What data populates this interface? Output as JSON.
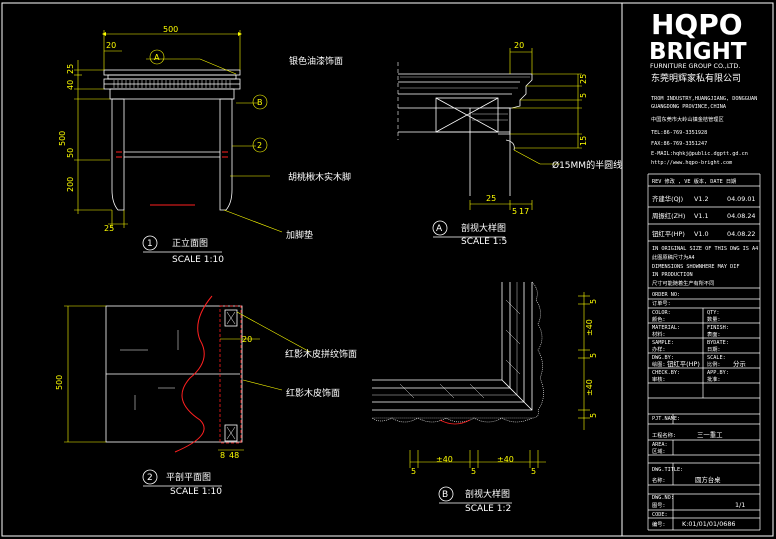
{
  "logo": {
    "word1": "HQPO",
    "word2": "BRIGHT",
    "company_en": "FURNITURE GROUP CO.,LTD.",
    "company_cn": "东莞明辉家私有限公司"
  },
  "address": [
    "TROM INDUSTRY,HUANGJIANG, DONGGUAN",
    "GUANGDONG PROVINCE,CHINA",
    "中国东莞市大岭山镇金桔管理区",
    "TEL:86-769-3351928",
    "FAX:86-769-3351247",
    "E-MAIL:hqhkj@public.dgptt.gd.cn",
    "http://www.hqpo-bright.com"
  ],
  "revisions": {
    "header": "REV 修改   , VE 版本,   DATE 日期",
    "rows": [
      {
        "who": "齐建华(QJ)",
        "ver": "V1.2",
        "date": "04.09.01"
      },
      {
        "who": "周振红(ZH)",
        "ver": "V1.1",
        "date": "04.08.24"
      },
      {
        "who": "钮红平(HP)",
        "ver": "V1.0",
        "date": "04.08.22"
      }
    ]
  },
  "notice": [
    "IN ORIGINAL SIZE OF THIS DWG IS A4",
    "此图原稿尺寸为A4",
    "DIMENSIONS SHOWNHERE MAY DIF",
    "IN PRODUCTION",
    "尺寸可能随着生产有所不同"
  ],
  "fields": {
    "order_no": "ORDER NO:",
    "order_no_cn": "订单号:",
    "color": "COLOR:",
    "color_cn": "颜色:",
    "qty": "QTY:",
    "qty_cn": "数量:",
    "material": "MATERIAL:",
    "material_cn": "材料:",
    "finish": "FINISH:",
    "finish_cn": "表面:",
    "sample": "SAMPLE:",
    "sample_cn": "办样:",
    "bydate": "BYDATE:",
    "bydate_cn": "日期:",
    "dwg_by": "DWG.BY:",
    "dwg_by_cn": "绘图:",
    "dwg_by_value": "钮红平(HP)",
    "scale": "SCALE:",
    "scale_cn": "比例:",
    "scale_value": "分示",
    "check_by": "CHECK.BY:",
    "check_by_cn": "审核:",
    "app_by": "APP.BY:",
    "app_by_cn": "批准:",
    "pjt_name": "PJT.NAME:",
    "pjt_name_cn": "工程名称:",
    "pjt_value": "三一重工",
    "area": "AREA:",
    "area_cn": "区域:",
    "dwg_title": "DWG.TITLE:",
    "dwg_title_cn": "名称:",
    "dwg_title_value": "圆方台桌",
    "dwg_no": "DWG.NO:",
    "dwg_no_cn": "图号:",
    "dwg_no_value": "1/1",
    "code": "CODE:",
    "code_cn": "编号:",
    "code_value": "K:01/01/01/0686"
  },
  "views": {
    "v1": {
      "num": "1",
      "title": "正立面图",
      "scale": "SCALE 1:10"
    },
    "v2": {
      "num": "2",
      "title": "平剖平面图",
      "scale": "SCALE 1:10"
    },
    "vA": {
      "num": "A",
      "title": "剖视大样图",
      "scale": "SCALE 1:5"
    },
    "vB": {
      "num": "B",
      "title": "剖视大样图",
      "scale": "SCALE 1:2"
    }
  },
  "annotations": {
    "a1": "银色油漆饰面",
    "a2": "胡桃楸木实木脚",
    "a3": "加脚垫",
    "a4": "红影木皮拼纹饰面",
    "a5": "红影木皮饰面",
    "a6": "Ø15MM的半圆线"
  },
  "dims": {
    "d500_top": "500",
    "d20": "20",
    "d25a": "25",
    "d40": "40",
    "d500v": "500",
    "d50": "50",
    "d200": "200",
    "d25b": "25",
    "dA20": "20",
    "dA25": "25",
    "dA5": "5",
    "dA15": "15",
    "dA5b": "5",
    "dA25b": "25",
    "dA17": "17",
    "dB_pm40a": "±40",
    "dB_5a": "5",
    "dB_5b": "5",
    "dB_pm40b": "±40",
    "dB_5c": "5",
    "dB_v5": "5",
    "dB_v40a": "±40",
    "dB_v5b": "5",
    "dB_v40b": "±40",
    "dB_v5c": "5",
    "d2_500": "500",
    "d2_20": "20",
    "d2_8": "8",
    "d2_48": "48",
    "markA": "A",
    "markB": "B",
    "mark2": "2"
  }
}
